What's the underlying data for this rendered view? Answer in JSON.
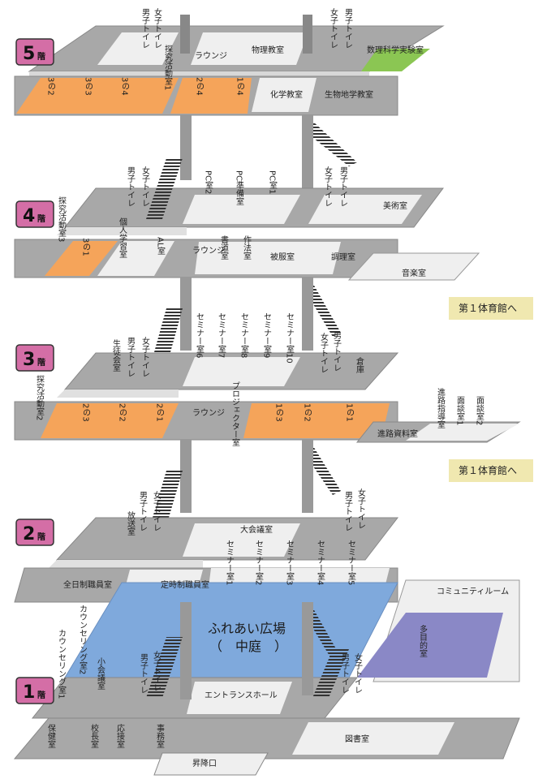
{
  "floors": [
    {
      "label": "5",
      "suffix": "階"
    },
    {
      "label": "4",
      "suffix": "階"
    },
    {
      "label": "3",
      "suffix": "階"
    },
    {
      "label": "2",
      "suffix": "階"
    },
    {
      "label": "1",
      "suffix": "階"
    }
  ],
  "colors": {
    "badge": "#d46ea6",
    "classroom": "#f5a45a",
    "science_lab": "#8bc653",
    "courtyard": "#7fa9dc",
    "multipurpose": "#8a88c6",
    "gym": "#f0e8b0",
    "floor_gray": "#a8a8a8",
    "floor_light": "#efefef"
  },
  "f5": {
    "boys": "男子トイレ",
    "girls": "女子トイレ",
    "tankyu": "探究活動室1",
    "lounge": "ラウンジ",
    "butsuri": "物理教室",
    "girls_r": "女子トイレ",
    "boys_r": "男子トイレ",
    "suri": "数理科学実験室",
    "c32": "3の2",
    "c33": "3の3",
    "c34": "3の4",
    "c24": "2の4",
    "c14": "1の4",
    "kagaku": "化学教室",
    "seibutsu": "生物地学教室"
  },
  "f4": {
    "tankyu": "探究活動室3",
    "c31": "3の1",
    "kojin": "個人学習室",
    "boys": "男子トイレ",
    "girls": "女子トイレ",
    "al": "AL室",
    "pc2": "PC室2",
    "pcjunbi": "PC準備室",
    "pc1": "PC室1",
    "lounge": "ラウンジ",
    "shodo": "書道室",
    "saho": "作法室",
    "hifuku": "被服室",
    "chori": "調理室",
    "bijutsu": "美術室",
    "girls_r": "女子トイレ",
    "boys_r": "男子トイレ",
    "ongaku": "音楽室",
    "gym": "第１体育館へ"
  },
  "f3": {
    "tankyu": "探究活動室2",
    "seito": "生徒会室",
    "boys": "男子トイレ",
    "girls": "女子トイレ",
    "s6": "セミナー室6",
    "s7": "セミナー室7",
    "s8": "セミナー室8",
    "s9": "セミナー室9",
    "s10": "セミナー室10",
    "girls_r": "女子トイレ",
    "boys_r": "男子トイレ",
    "soko": "倉庫",
    "c23": "2の3",
    "c22": "2の2",
    "c21": "2の1",
    "lounge": "ラウンジ",
    "proj": "プロジェクター室",
    "c13": "1の3",
    "c12": "1の2",
    "c11": "1の1",
    "shinro_shiryo": "進路資料室",
    "shinro_shido": "進路指導室",
    "mendan1": "面談室1",
    "mendan2": "面談室2",
    "gym": "第１体育館へ"
  },
  "f2": {
    "hoso": "放送室",
    "boys": "男子トイレ",
    "girls": "女子トイレ",
    "daikaigi": "大会議室",
    "s1": "セミナー室1",
    "s2": "セミナー室2",
    "s3": "セミナー室3",
    "s4": "セミナー室4",
    "s5": "セミナー室5",
    "girls_r": "女子トイレ",
    "boys_r": "男子トイレ",
    "zennichi": "全日制職員室",
    "teiji": "定時制職員室"
  },
  "f1": {
    "counsel1": "カウンセリング室1",
    "counsel2": "カウンセリング室2",
    "shokaigi": "小会議室",
    "boys": "男子トイレ",
    "girls": "女子トイレ",
    "plaza1": "ふれあい広場",
    "plaza2": "（　中庭　）",
    "community": "コミュニティルーム",
    "tamokuteki": "多目的室",
    "boys_r": "男子トイレ",
    "girls_r": "女子トイレ",
    "entrance": "エントランスホール",
    "hoken": "保健室",
    "kocho": "校長室",
    "osetsu": "応接室",
    "jimu": "事務室",
    "shokoguchi": "昇降口",
    "tosho": "図書室"
  }
}
